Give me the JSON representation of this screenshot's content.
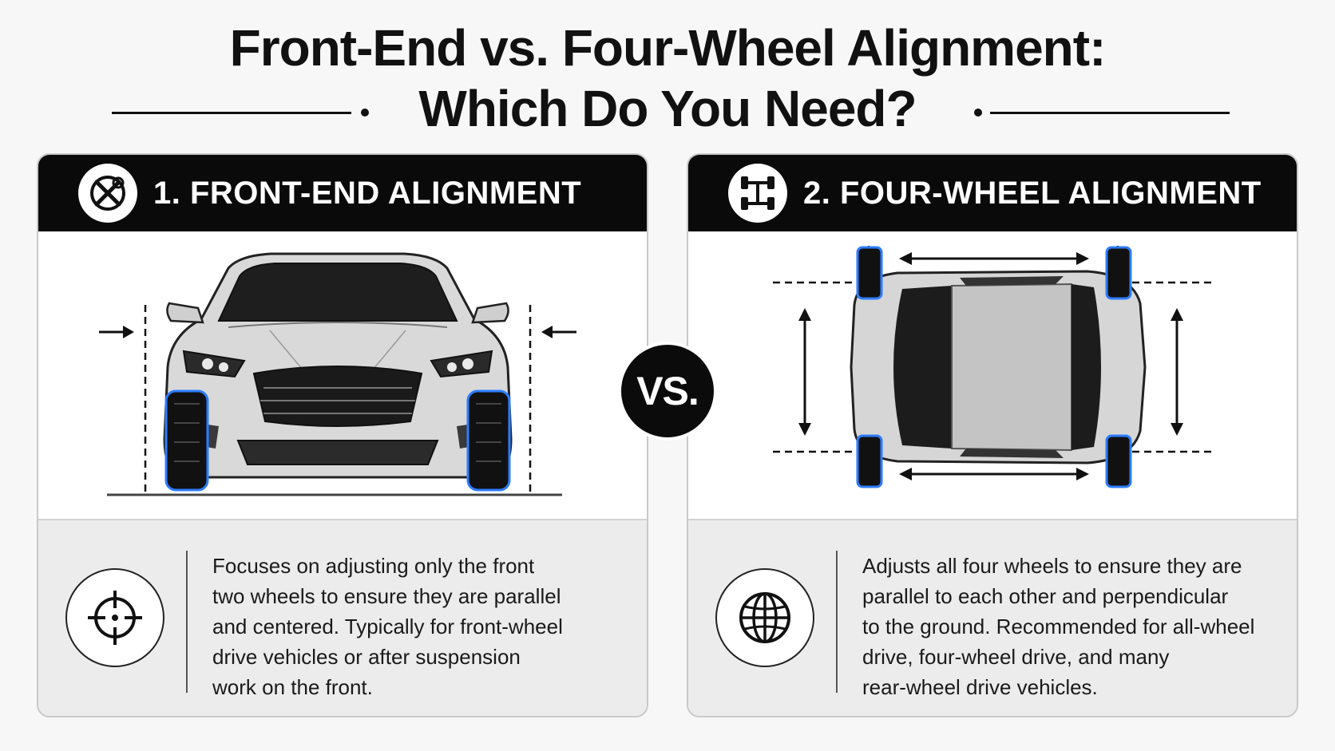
{
  "title": {
    "line1": "Front-End vs. Four-Wheel Alignment:",
    "line2": "Which Do You Need?"
  },
  "vs_label": "VS.",
  "panels": [
    {
      "heading": "1. FRONT-END ALIGNMENT",
      "header_icon": "wrench-cross-icon",
      "illustration": "front-view-car",
      "desc_icon": "crosshair-target-icon",
      "description": "Focuses on adjusting only the front\ntwo wheels to ensure they are parallel\nand centered. Typically for front-wheel\ndrive vehicles or after suspension\nwork on the front."
    },
    {
      "heading": "2. FOUR-WHEEL ALIGNMENT",
      "header_icon": "chassis-axles-icon",
      "illustration": "top-view-car",
      "desc_icon": "globe-icon",
      "description": "Adjusts all four wheels to ensure they are\nparallel to each other and perpendicular\nto the ground. Recommended for all-wheel\ndrive, four-wheel drive, and many\nrear-wheel drive vehicles."
    }
  ],
  "colors": {
    "header_bg": "#0a0a0a",
    "wheel_highlight": "#2d7dff",
    "desc_bg": "#ececec"
  }
}
